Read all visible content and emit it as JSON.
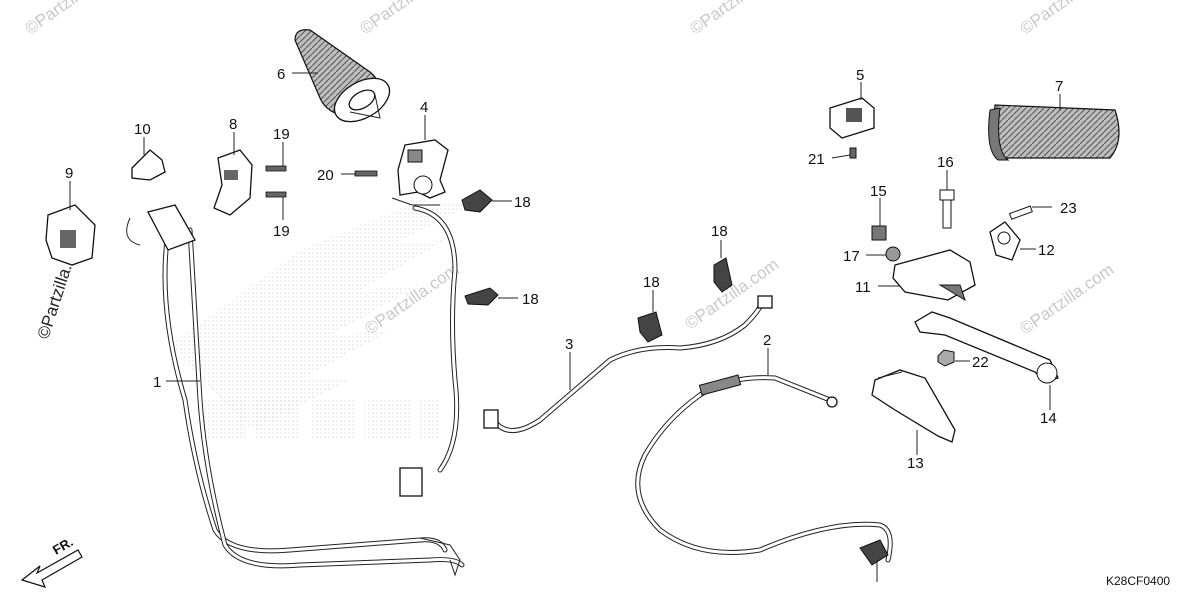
{
  "diagram": {
    "code": "K28CF0400",
    "front_marker": "FR.",
    "watermarks": [
      "©Partzilla.com",
      "©Partzilla.com",
      "©Partzilla.com",
      "©Partzilla.com",
      "©Partzilla.com",
      "©Partzilla.com",
      "©Partzilla.com"
    ],
    "callouts": {
      "c1": "1",
      "c2": "2",
      "c3": "3",
      "c4": "4",
      "c5": "5",
      "c6": "6",
      "c7": "7",
      "c8": "8",
      "c9": "9",
      "c10": "10",
      "c11": "11",
      "c12": "12",
      "c13": "13",
      "c14": "14",
      "c15": "15",
      "c16": "16",
      "c17": "17",
      "c18a": "18",
      "c18b": "18",
      "c18c": "18",
      "c18d": "18",
      "c19a": "19",
      "c19b": "19",
      "c20": "20",
      "c21": "21",
      "c22": "22",
      "c23": "23"
    }
  }
}
